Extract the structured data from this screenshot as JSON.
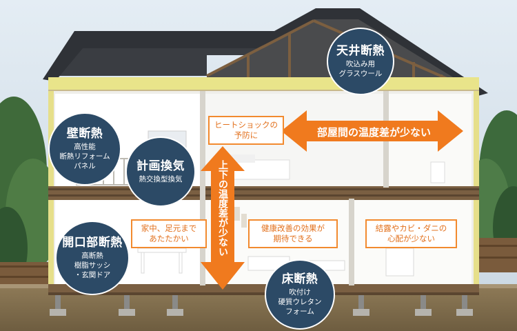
{
  "labels": {
    "ceiling": {
      "title": "天井断熱",
      "sub1": "吹込み用",
      "sub2": "グラスウール"
    },
    "wall": {
      "title": "壁断熱",
      "sub1": "高性能",
      "sub2": "断熱リフォーム",
      "sub3": "パネル"
    },
    "ventilation": {
      "title": "計画換気",
      "sub1": "熱交換型換気"
    },
    "opening": {
      "title": "開口部断熱",
      "sub1": "高断熱",
      "sub2": "樹脂サッシ",
      "sub3": "・玄関ドア"
    },
    "floor": {
      "title": "床断熱",
      "sub1": "吹付け",
      "sub2": "硬質ウレタン",
      "sub3": "フォーム"
    }
  },
  "notes": {
    "heatshock": {
      "line1": "ヒートショックの",
      "line2": "予防に"
    },
    "feet": {
      "line1": "家中、足元まで",
      "line2": "あたたかい"
    },
    "health": {
      "line1": "健康改善の効果が",
      "line2": "期待できる"
    },
    "mold": {
      "line1": "結露やカビ・ダニの",
      "line2": "心配が少ない"
    }
  },
  "arrows": {
    "horizontal": "部屋間の温度差が少ない",
    "vertical": "上下の温度差が少ない"
  },
  "colors": {
    "circle": "#2c4a66",
    "accent": "#f28a2e",
    "roof": "#3a3d42",
    "sky": "#d7e3ee"
  }
}
